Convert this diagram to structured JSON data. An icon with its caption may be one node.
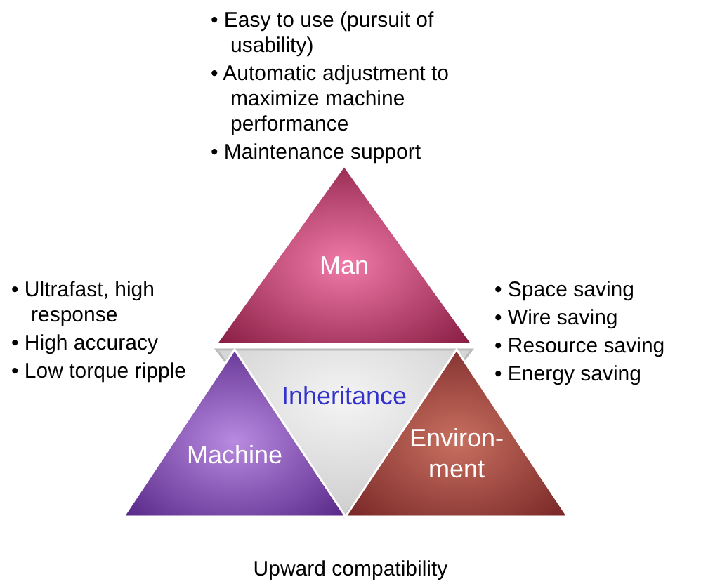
{
  "diagram": {
    "caption": "Upward compatibility",
    "nodes": [
      {
        "text": [
          "Man"
        ],
        "beside": [
          "• Easy to use (pursuit of usability)",
          "• Automatic adjustment to maximize machine performance",
          "• Maintenance support"
        ]
      },
      {
        "text": [
          "Inheritance"
        ]
      },
      {
        "text": [
          "Machine"
        ],
        "beside": [
          "• Ultrafast, high response",
          "• High accuracy",
          "• Low torque ripple"
        ]
      },
      {
        "text": [
          "Environ-ment"
        ],
        "beside": [
          "• Space saving",
          "• Wire saving",
          "• Resource saving",
          "• Energy saving"
        ]
      }
    ],
    "edges": []
  }
}
